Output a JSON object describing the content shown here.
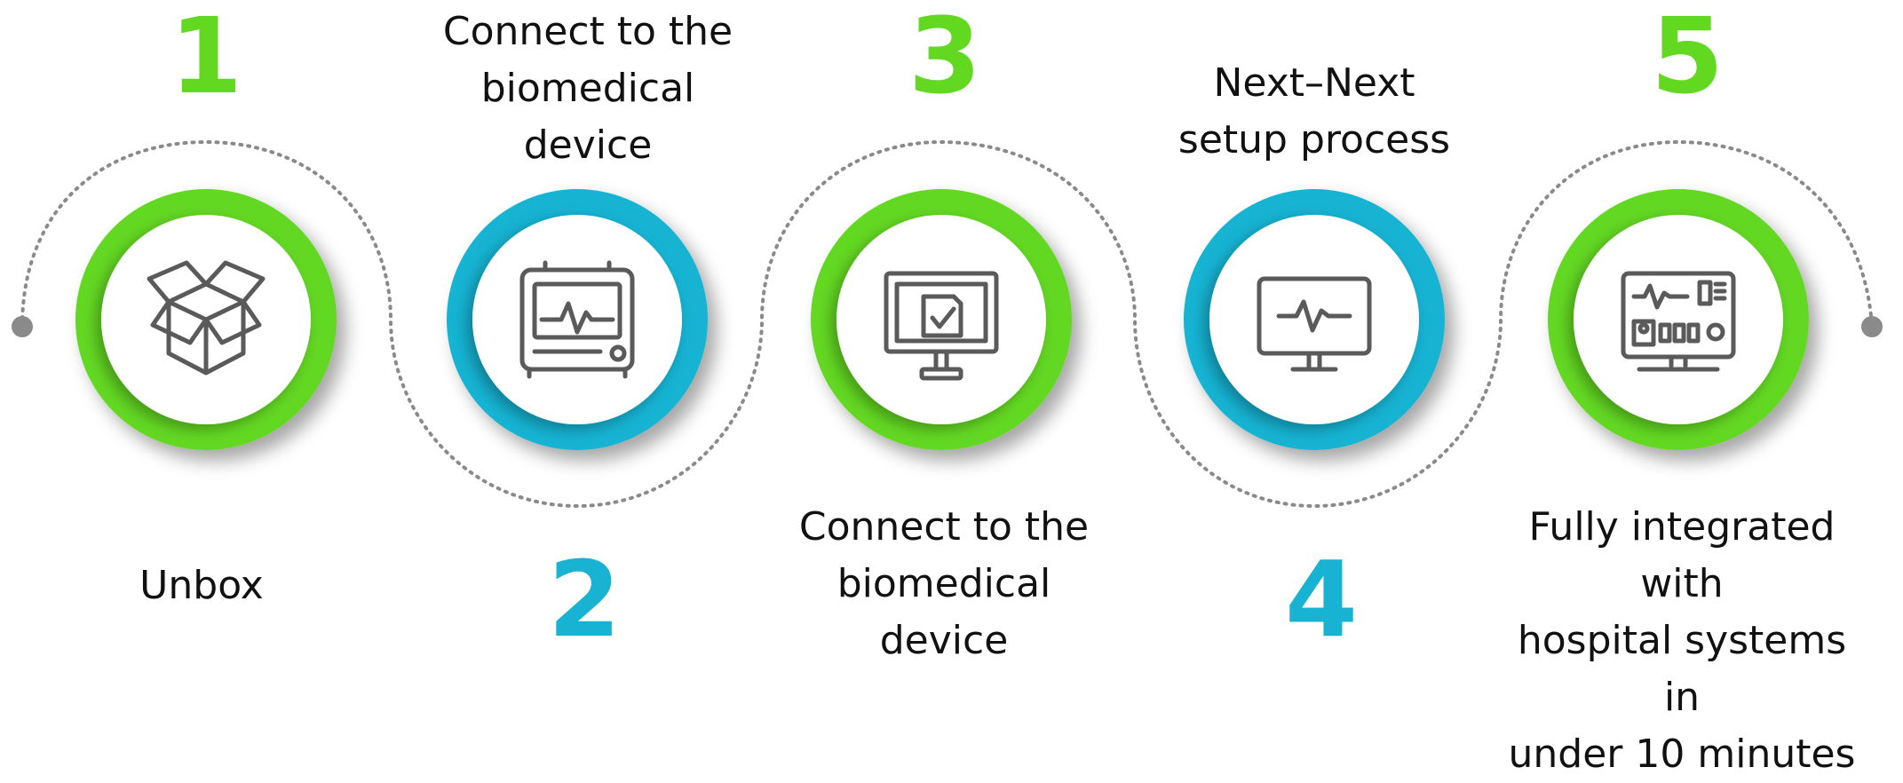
{
  "colors": {
    "green": "#63d821",
    "blue": "#18b3d3",
    "dots": "#8a8a8a",
    "icon": "#5a5a5a"
  },
  "steps": [
    {
      "number": "1",
      "color": "green",
      "icon": "open-box-icon",
      "caption": [
        "Unbox"
      ]
    },
    {
      "number": "2",
      "color": "blue",
      "icon": "patient-monitor-icon",
      "caption": [
        "Connect to the",
        "biomedical",
        "device"
      ]
    },
    {
      "number": "3",
      "color": "green",
      "icon": "monitor-checkmark-icon",
      "caption": [
        "Connect to the",
        "biomedical",
        "device"
      ]
    },
    {
      "number": "4",
      "color": "blue",
      "icon": "monitor-pulse-icon",
      "caption": [
        "Next–Next",
        "setup process"
      ]
    },
    {
      "number": "5",
      "color": "green",
      "icon": "dashboard-monitor-icon",
      "caption": [
        "Fully integrated with",
        "hospital systems in",
        "under 10 minutes"
      ]
    }
  ]
}
